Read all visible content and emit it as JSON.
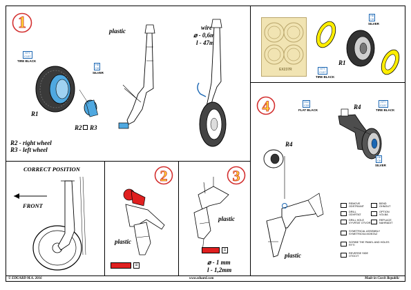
{
  "steps": {
    "s1": "1",
    "s2": "2",
    "s3": "3",
    "s4": "4"
  },
  "step1": {
    "plastic": "plastic",
    "wire_label": "wire",
    "wire_diam": "⌀ - 0,6mm",
    "wire_len": "l - 47mm",
    "r1": "R1",
    "r2r3": "R2",
    "r3": "R3",
    "note_r2": "R2 - right wheel",
    "note_r3": "R3 - left wheel",
    "tire_black": "TIRE BLACK",
    "h77": "H77",
    "c137": "C137",
    "h8": "H8",
    "c8": "C8",
    "silver": "SILVER"
  },
  "mask": {
    "code": "EX237R",
    "r1": "R1",
    "tire_black": "TIRE BLACK",
    "h77": "H77",
    "c137": "C137",
    "h8": "H8",
    "c8": "C8",
    "silver": "SILVER"
  },
  "step4": {
    "r4_top": "R4",
    "r4_bottom": "R4",
    "plastic": "plastic",
    "flat_black": "FLAT BLACK",
    "h12": "H12",
    "c33": "C33",
    "h77": "H77",
    "c137": "C137",
    "tire_black": "TIRE BLACK",
    "h8": "H8",
    "c8": "C8",
    "silver": "SILVER"
  },
  "correct": {
    "title": "CORRECT POSITION",
    "front": "FRONT"
  },
  "step2": {
    "plastic": "plastic"
  },
  "step3": {
    "plastic": "plastic",
    "diam": "⌀ - 1 mm",
    "len": "l - 1,2mm"
  },
  "legend": [
    {
      "text": "REMOVE\nODSTRANIT"
    },
    {
      "text": "BEND\nOHNOUT"
    },
    {
      "text": "DRILL\nODVRTAT"
    },
    {
      "text": "OPTION\nVOLBA"
    },
    {
      "text": "DRILL HOLE\nVYVRTAT OTVOR"
    },
    {
      "text": "REPLACE\nNAHRADIT"
    },
    {
      "text": "SYMETRICAL ASSEMBLY\nSYMETRICKA MONTAZ"
    },
    {
      "text": ""
    },
    {
      "text": "SCRIBE THE PANEL AND HOLES\nRYTI"
    },
    {
      "text": ""
    },
    {
      "text": "REVERSE SIDE\nOTOCIT"
    },
    {
      "text": ""
    }
  ],
  "footer": {
    "copyright": "© EDUARD M.A. 2016",
    "url": "www.eduard.com",
    "made": "Made in Czech Republic"
  },
  "colors": {
    "step_circle": "#d32f2f",
    "step_fill": "#fdd835",
    "paint_blue": "#1a66b3",
    "etch_red": "#e02020",
    "mask_yellow": "#ffee00",
    "mask_bg": "#f1e4b3"
  }
}
